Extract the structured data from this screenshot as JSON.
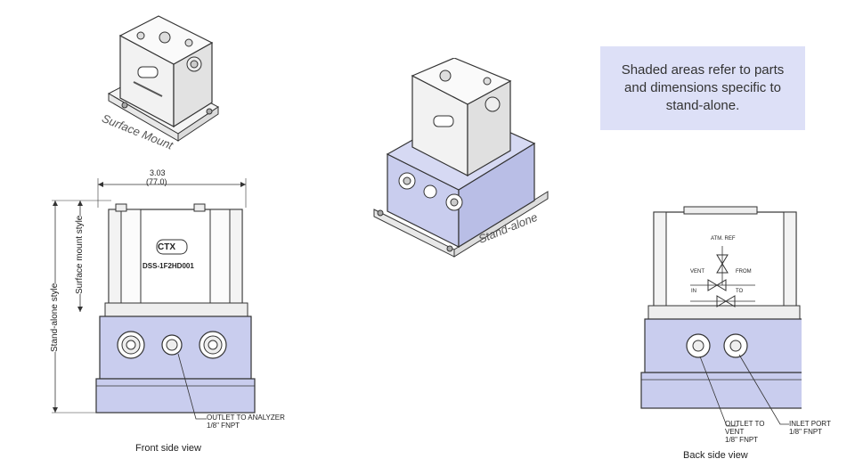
{
  "note": "Shaded areas refer to parts and dimensions specific to stand-alone.",
  "labels": {
    "surface_mount": "Surface Mount",
    "stand_alone": "Stand-alone",
    "front_view": "Front side view",
    "back_view": "Back side view",
    "dim_top": "3.03",
    "dim_top_mm": "(77.0)",
    "dim_stand_alone_style": "Stand-alone style",
    "dim_surface_mount_style": "Surface mount style",
    "part_number": "DSS-1F2HD001",
    "logo": "CTX",
    "front_outlet_1": "OUTLET TO ANALYZER",
    "front_outlet_2": "1/8\" FNPT",
    "back_outlet_1": "OUTLET TO",
    "back_outlet_2": "VENT",
    "back_outlet_3": "1/8\" FNPT",
    "back_inlet_1": "INLET PORT",
    "back_inlet_2": "1/8\" FNPT",
    "atm_ref": "ATM. REF",
    "vent": "VENT",
    "from": "FROM",
    "in": "IN",
    "to": "TO"
  },
  "colors": {
    "shade": "#c9cdee",
    "line": "#333333",
    "box": "#dde0f7"
  }
}
